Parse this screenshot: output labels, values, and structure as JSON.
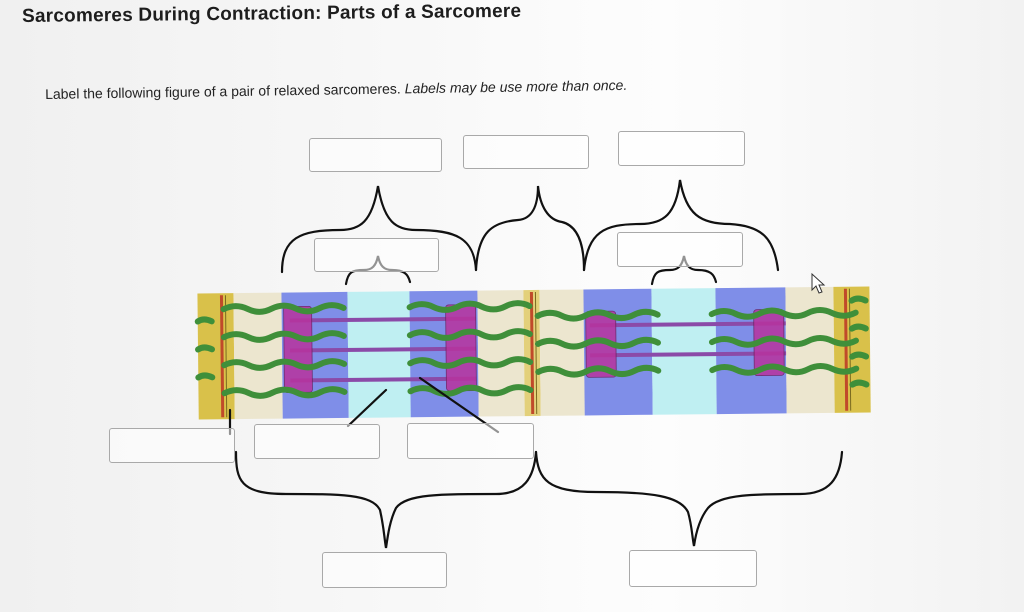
{
  "header": {
    "title": "Sarcomeres During Contraction: Parts of a Sarcomere"
  },
  "instructions": {
    "text": "Label the following figure of a pair of relaxed sarcomeres.",
    "note": "Labels may be use more than once."
  },
  "colors": {
    "z_line": "#d9c14a",
    "z_disc_line": "#c04a2a",
    "i_band": "#ece6cf",
    "a_band": "#7f8ee8",
    "h_zone": "#bfeff2",
    "actin": "#3f8f3a",
    "myosin": "#8b4aa8",
    "myosin_heads": "#b8339e"
  },
  "label_boxes": [
    {
      "id": "top-left",
      "value": ""
    },
    {
      "id": "top-middle",
      "value": ""
    },
    {
      "id": "top-right",
      "value": ""
    },
    {
      "id": "upper-left-inner",
      "value": ""
    },
    {
      "id": "upper-right-inner",
      "value": ""
    },
    {
      "id": "left-z",
      "value": ""
    },
    {
      "id": "lower-mid-left",
      "value": ""
    },
    {
      "id": "lower-mid-right",
      "value": ""
    },
    {
      "id": "bottom-left",
      "value": ""
    },
    {
      "id": "bottom-right",
      "value": ""
    }
  ]
}
